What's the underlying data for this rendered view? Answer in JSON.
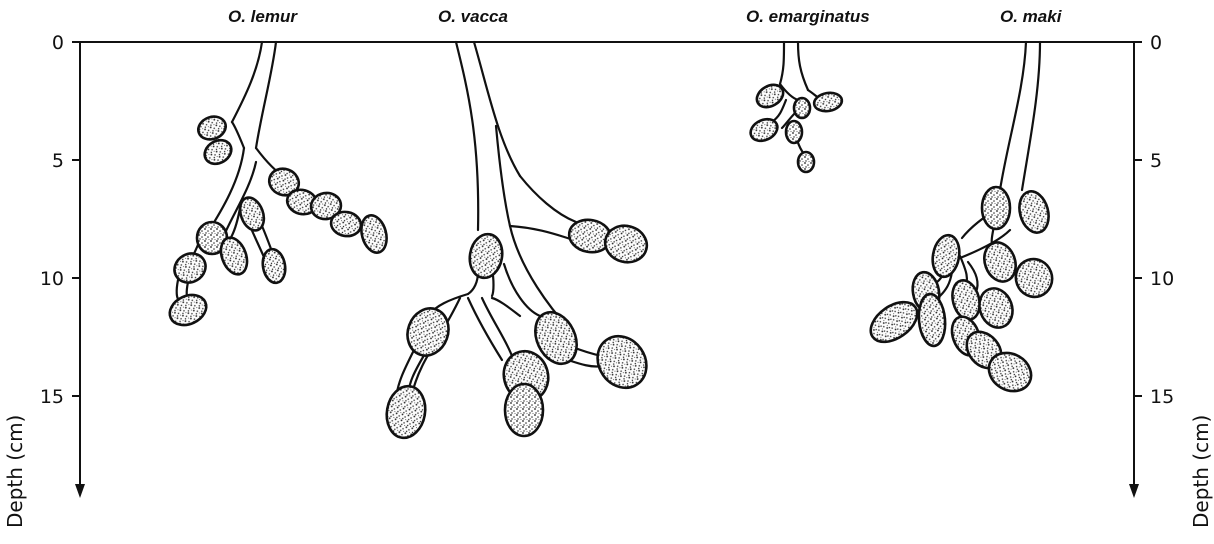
{
  "figure": {
    "y_axis": {
      "label": "Depth (cm)",
      "min": 0,
      "max": 18.5,
      "ticks": [
        0,
        5,
        10,
        15
      ]
    },
    "species": [
      {
        "name": "O. lemur"
      },
      {
        "name": "O. vacca"
      },
      {
        "name": "O. emarginatus"
      },
      {
        "name": "O. maki"
      }
    ]
  },
  "colors": {
    "ink": "#111111",
    "background": "#ffffff"
  }
}
